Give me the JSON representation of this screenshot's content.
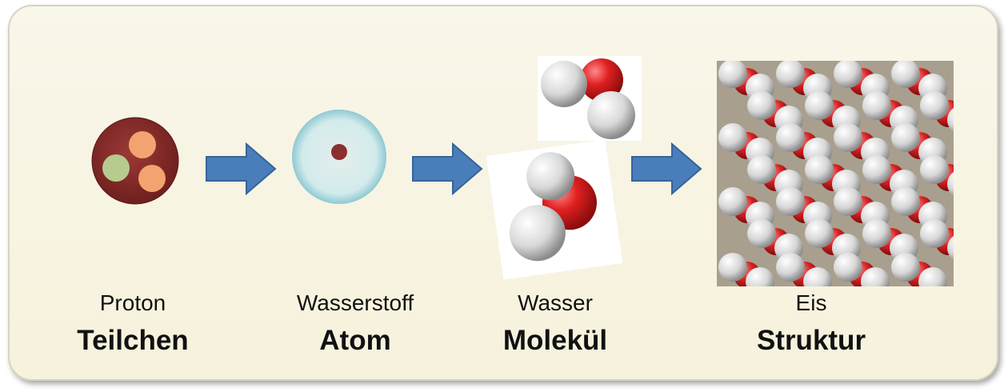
{
  "stages": [
    {
      "sub": "Proton",
      "main": "Teilchen"
    },
    {
      "sub": "Wasserstoff",
      "main": "Atom"
    },
    {
      "sub": "Wasser",
      "main": "Molekül"
    },
    {
      "sub": "Eis",
      "main": "Struktur"
    }
  ],
  "colors": {
    "arrow": "#4a7ebb",
    "proton": "#8b2f2f",
    "oxygen": "#d42a2a",
    "hydrogen": "#f2f2f2",
    "atom_cloud": "#cfe8ea",
    "ice_background": "#a89f8e"
  }
}
